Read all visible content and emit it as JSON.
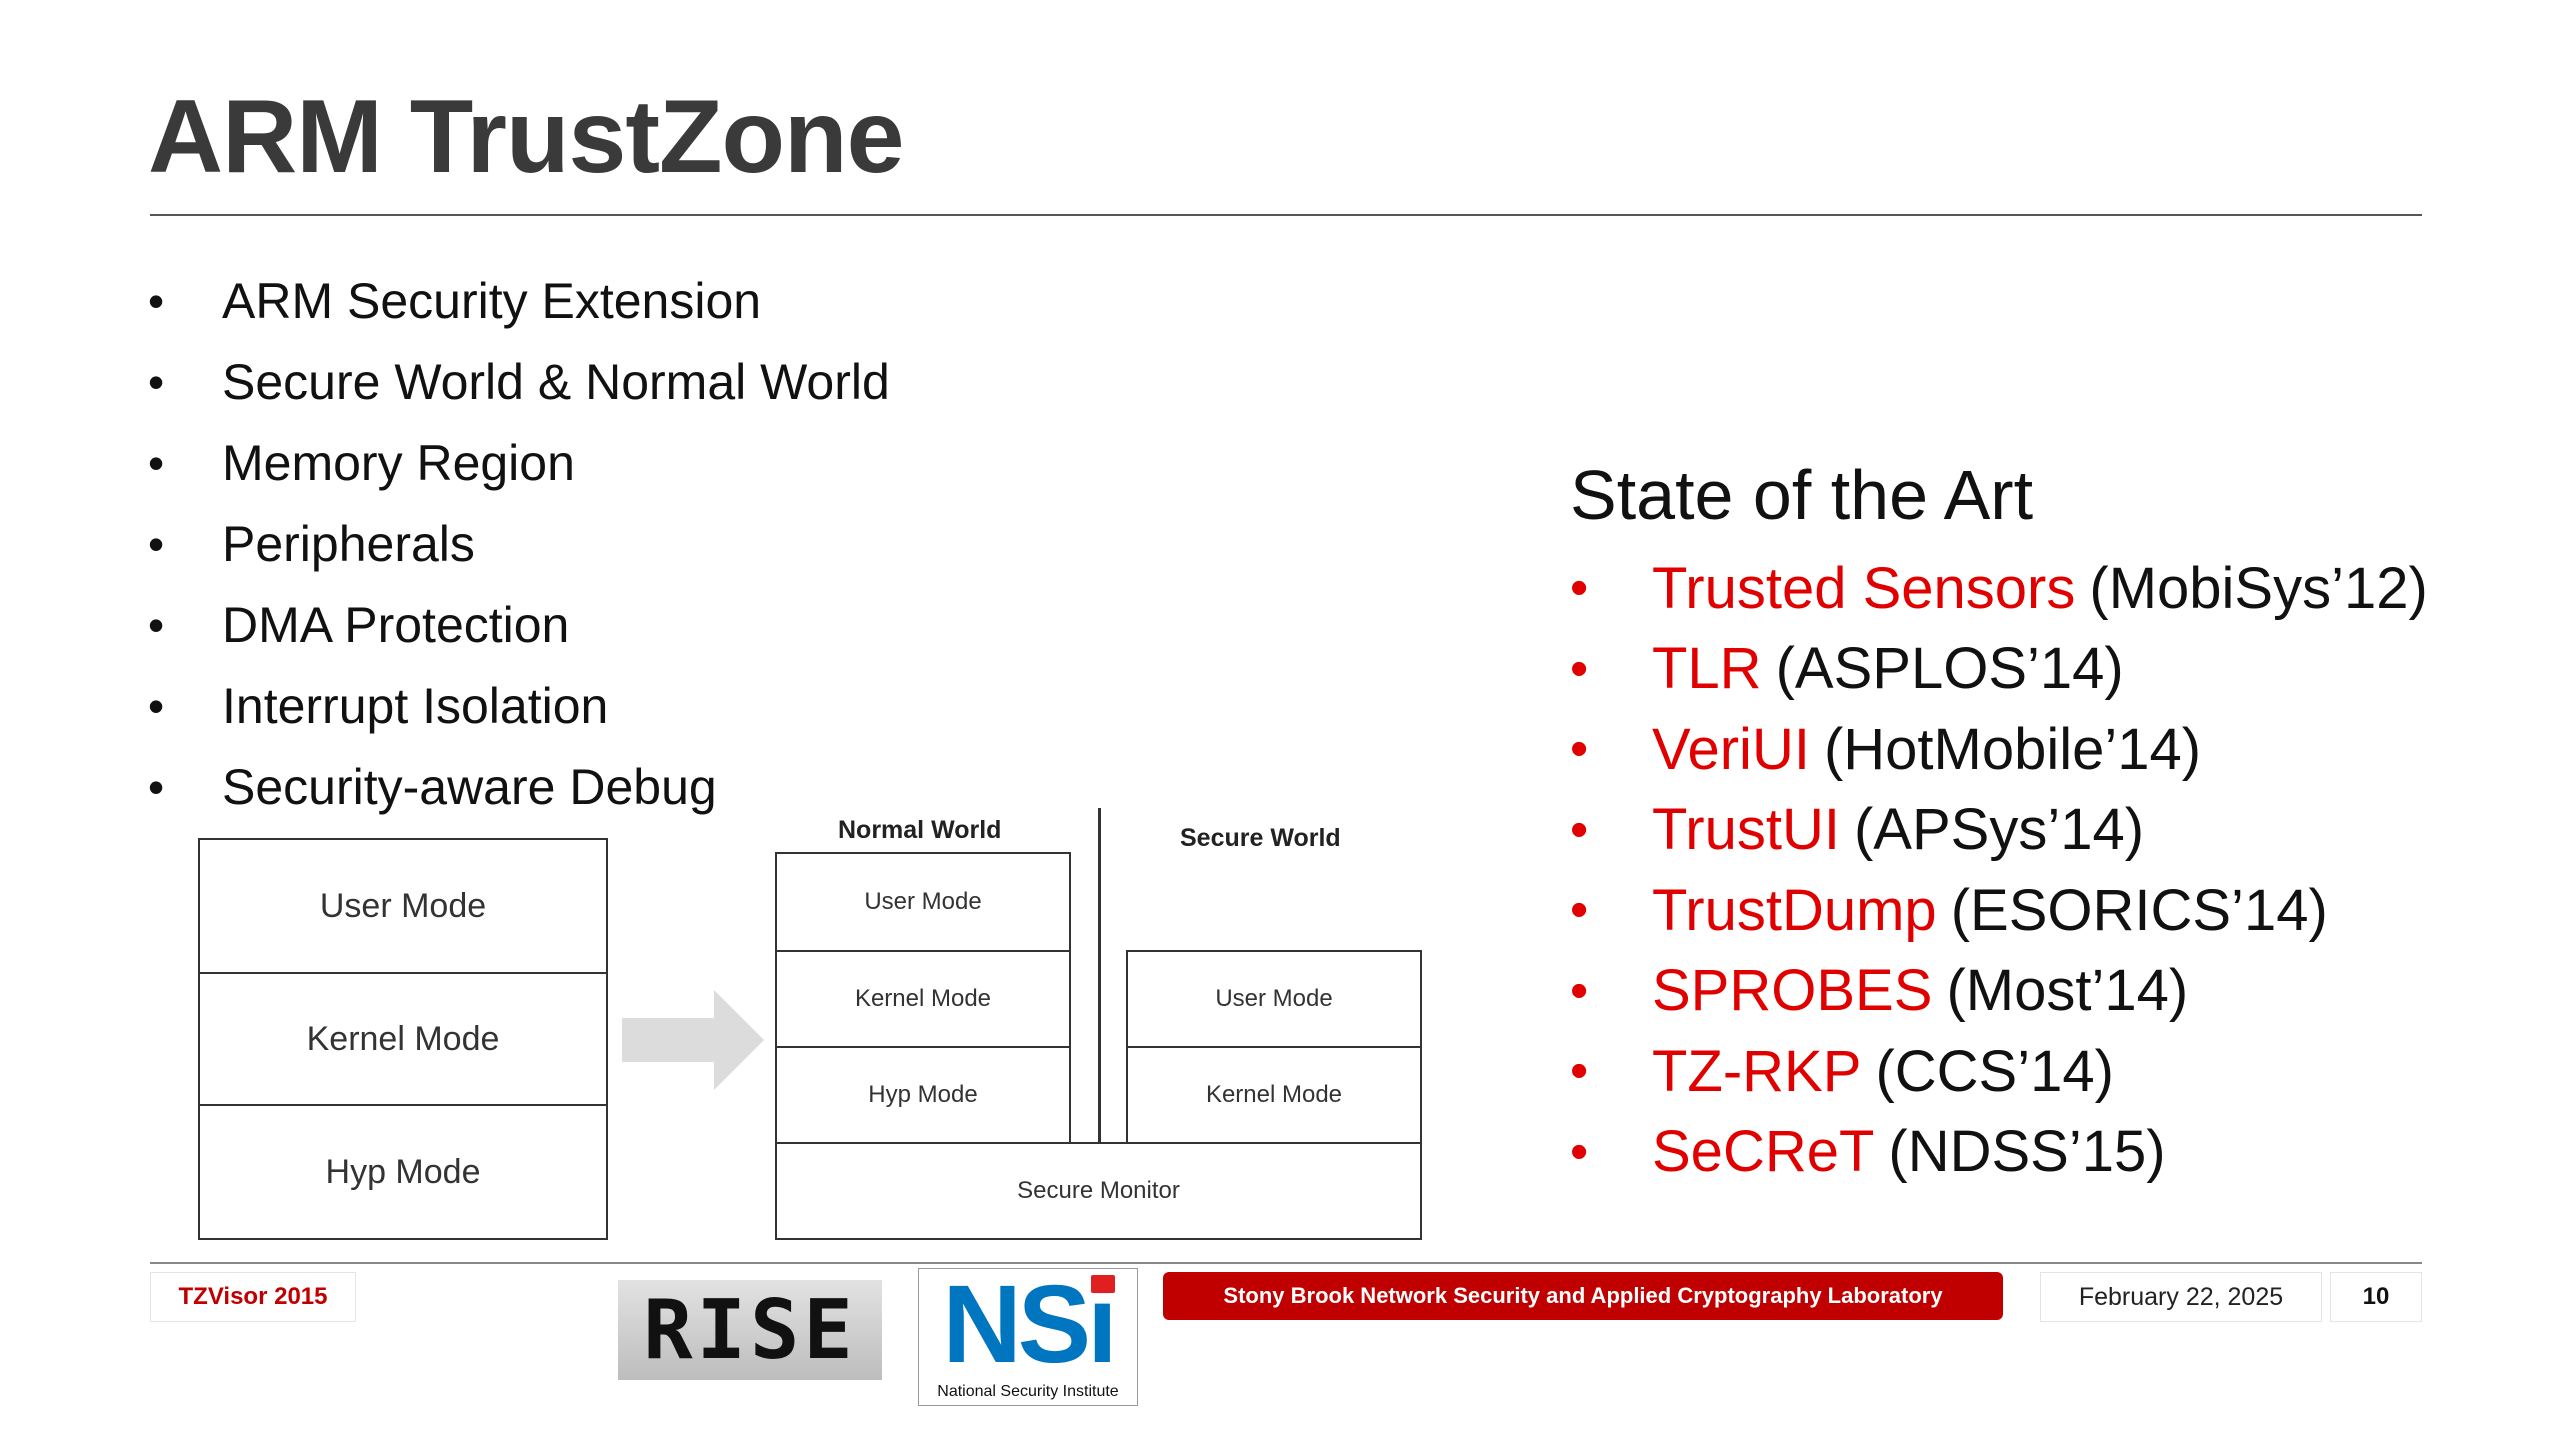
{
  "slide": {
    "title": "ARM TrustZone"
  },
  "left_bullets": [
    "ARM Security Extension",
    "Secure World & Normal World",
    "Memory Region",
    "Peripherals",
    "DMA Protection",
    "Interrupt Isolation",
    "Security-aware Debug"
  ],
  "bullet_glyph": "•",
  "diagram": {
    "before": [
      "User Mode",
      "Kernel Mode",
      "Hyp Mode"
    ],
    "normal_world": {
      "label": "Normal World",
      "modes": [
        "User Mode",
        "Kernel Mode",
        "Hyp Mode"
      ]
    },
    "secure_world": {
      "label": "Secure World",
      "modes": [
        "User Mode",
        "Kernel Mode"
      ]
    },
    "secure_monitor": "Secure Monitor",
    "arrow_color": "#dcdcdc"
  },
  "state_of_art": {
    "heading": "State of the Art",
    "items": [
      {
        "name": "Trusted Sensors",
        "venue": "(MobiSys’12)"
      },
      {
        "name": "TLR",
        "venue": "(ASPLOS’14)"
      },
      {
        "name": "VeriUI",
        "venue": "(HotMobile’14)"
      },
      {
        "name": "TrustUI",
        "venue": "(APSys’14)"
      },
      {
        "name": "TrustDump",
        "venue": "(ESORICS’14)"
      },
      {
        "name": "SPROBES",
        "venue": "(Most’14)"
      },
      {
        "name": "TZ-RKP",
        "venue": "(CCS’14)"
      },
      {
        "name": "SeCReT",
        "venue": "(NDSS’15)"
      }
    ],
    "accent_color": "#e00000"
  },
  "footer": {
    "left_label": "TZVisor 2015",
    "logo_rise_text": "RISE",
    "logo_nsi_text": "NSi",
    "logo_nsi_subtitle": "National Security Institute",
    "lab_name": "Stony Brook Network Security and Applied Cryptography Laboratory",
    "date": "February 22, 2025",
    "page_number": "10"
  }
}
